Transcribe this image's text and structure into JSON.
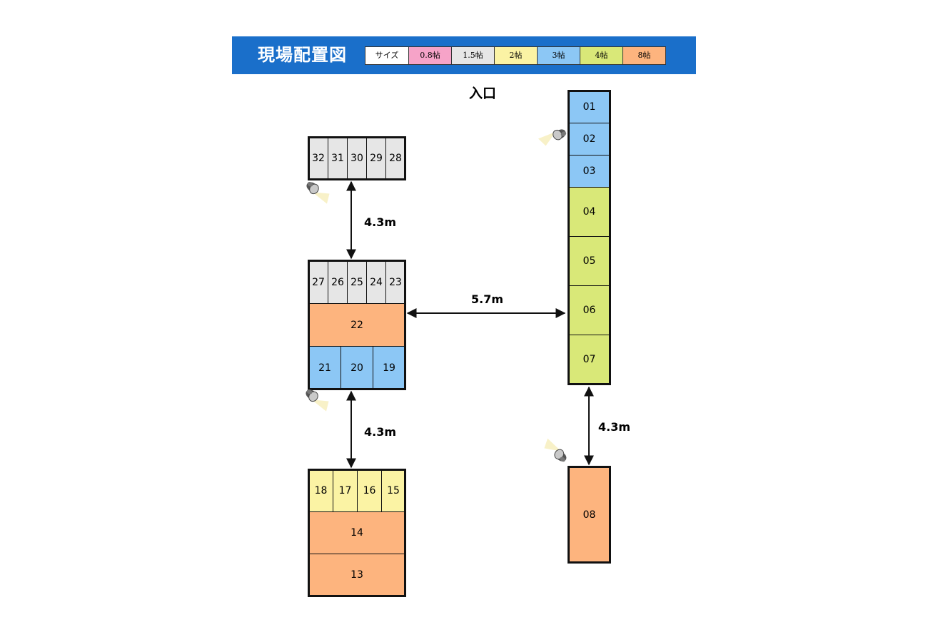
{
  "header": {
    "title": "現場配置図",
    "legend": [
      {
        "label": "サイズ",
        "color": "#ffffff"
      },
      {
        "label": "0.8帖",
        "color": "#f6a3c8"
      },
      {
        "label": "1.5帖",
        "color": "#e6e6e6"
      },
      {
        "label": "2帖",
        "color": "#fbf3a4"
      },
      {
        "label": "3帖",
        "color": "#8cc7f5"
      },
      {
        "label": "4帖",
        "color": "#d9e878"
      },
      {
        "label": "8帖",
        "color": "#fdb47e"
      }
    ]
  },
  "entrance": "入口",
  "units": {
    "u01": "01",
    "u02": "02",
    "u03": "03",
    "u04": "04",
    "u05": "05",
    "u06": "06",
    "u07": "07",
    "u08": "08",
    "u13": "13",
    "u14": "14",
    "u15": "15",
    "u16": "16",
    "u17": "17",
    "u18": "18",
    "u19": "19",
    "u20": "20",
    "u21": "21",
    "u22": "22",
    "u23": "23",
    "u24": "24",
    "u25": "25",
    "u26": "26",
    "u27": "27",
    "u28": "28",
    "u29": "29",
    "u30": "30",
    "u31": "31",
    "u32": "32"
  },
  "distances": {
    "top_gap": "4.3m",
    "mid_gap": "5.7m",
    "lower_gap": "4.3m",
    "right_gap": "4.3m"
  },
  "icons": [
    "spotlight-icon"
  ]
}
